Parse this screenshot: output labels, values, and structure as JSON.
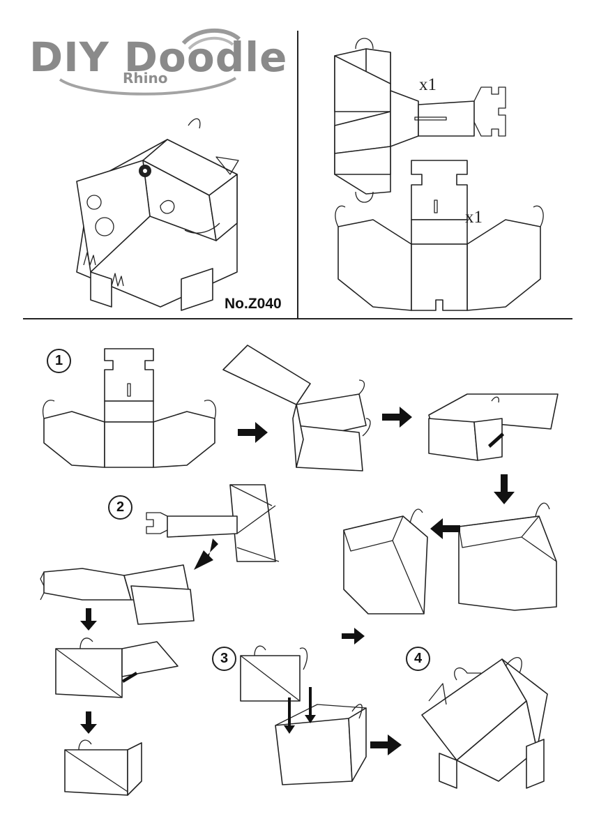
{
  "header": {
    "brand": "DIY Doodle",
    "subtitle": "Rhino",
    "product_number": "No.Z040"
  },
  "parts": [
    {
      "quantity": "x1"
    },
    {
      "quantity": "x1"
    }
  ],
  "steps": [
    {
      "number": "1"
    },
    {
      "number": "2"
    },
    {
      "number": "3"
    },
    {
      "number": "4"
    }
  ],
  "colors": {
    "line": "#222222",
    "logo_gray": "#8a8a8a",
    "background": "#ffffff"
  },
  "icons": {
    "flow_arrow": "arrow-right-icon",
    "down_arrow": "arrow-down-icon",
    "left_arrow": "arrow-left-icon"
  }
}
